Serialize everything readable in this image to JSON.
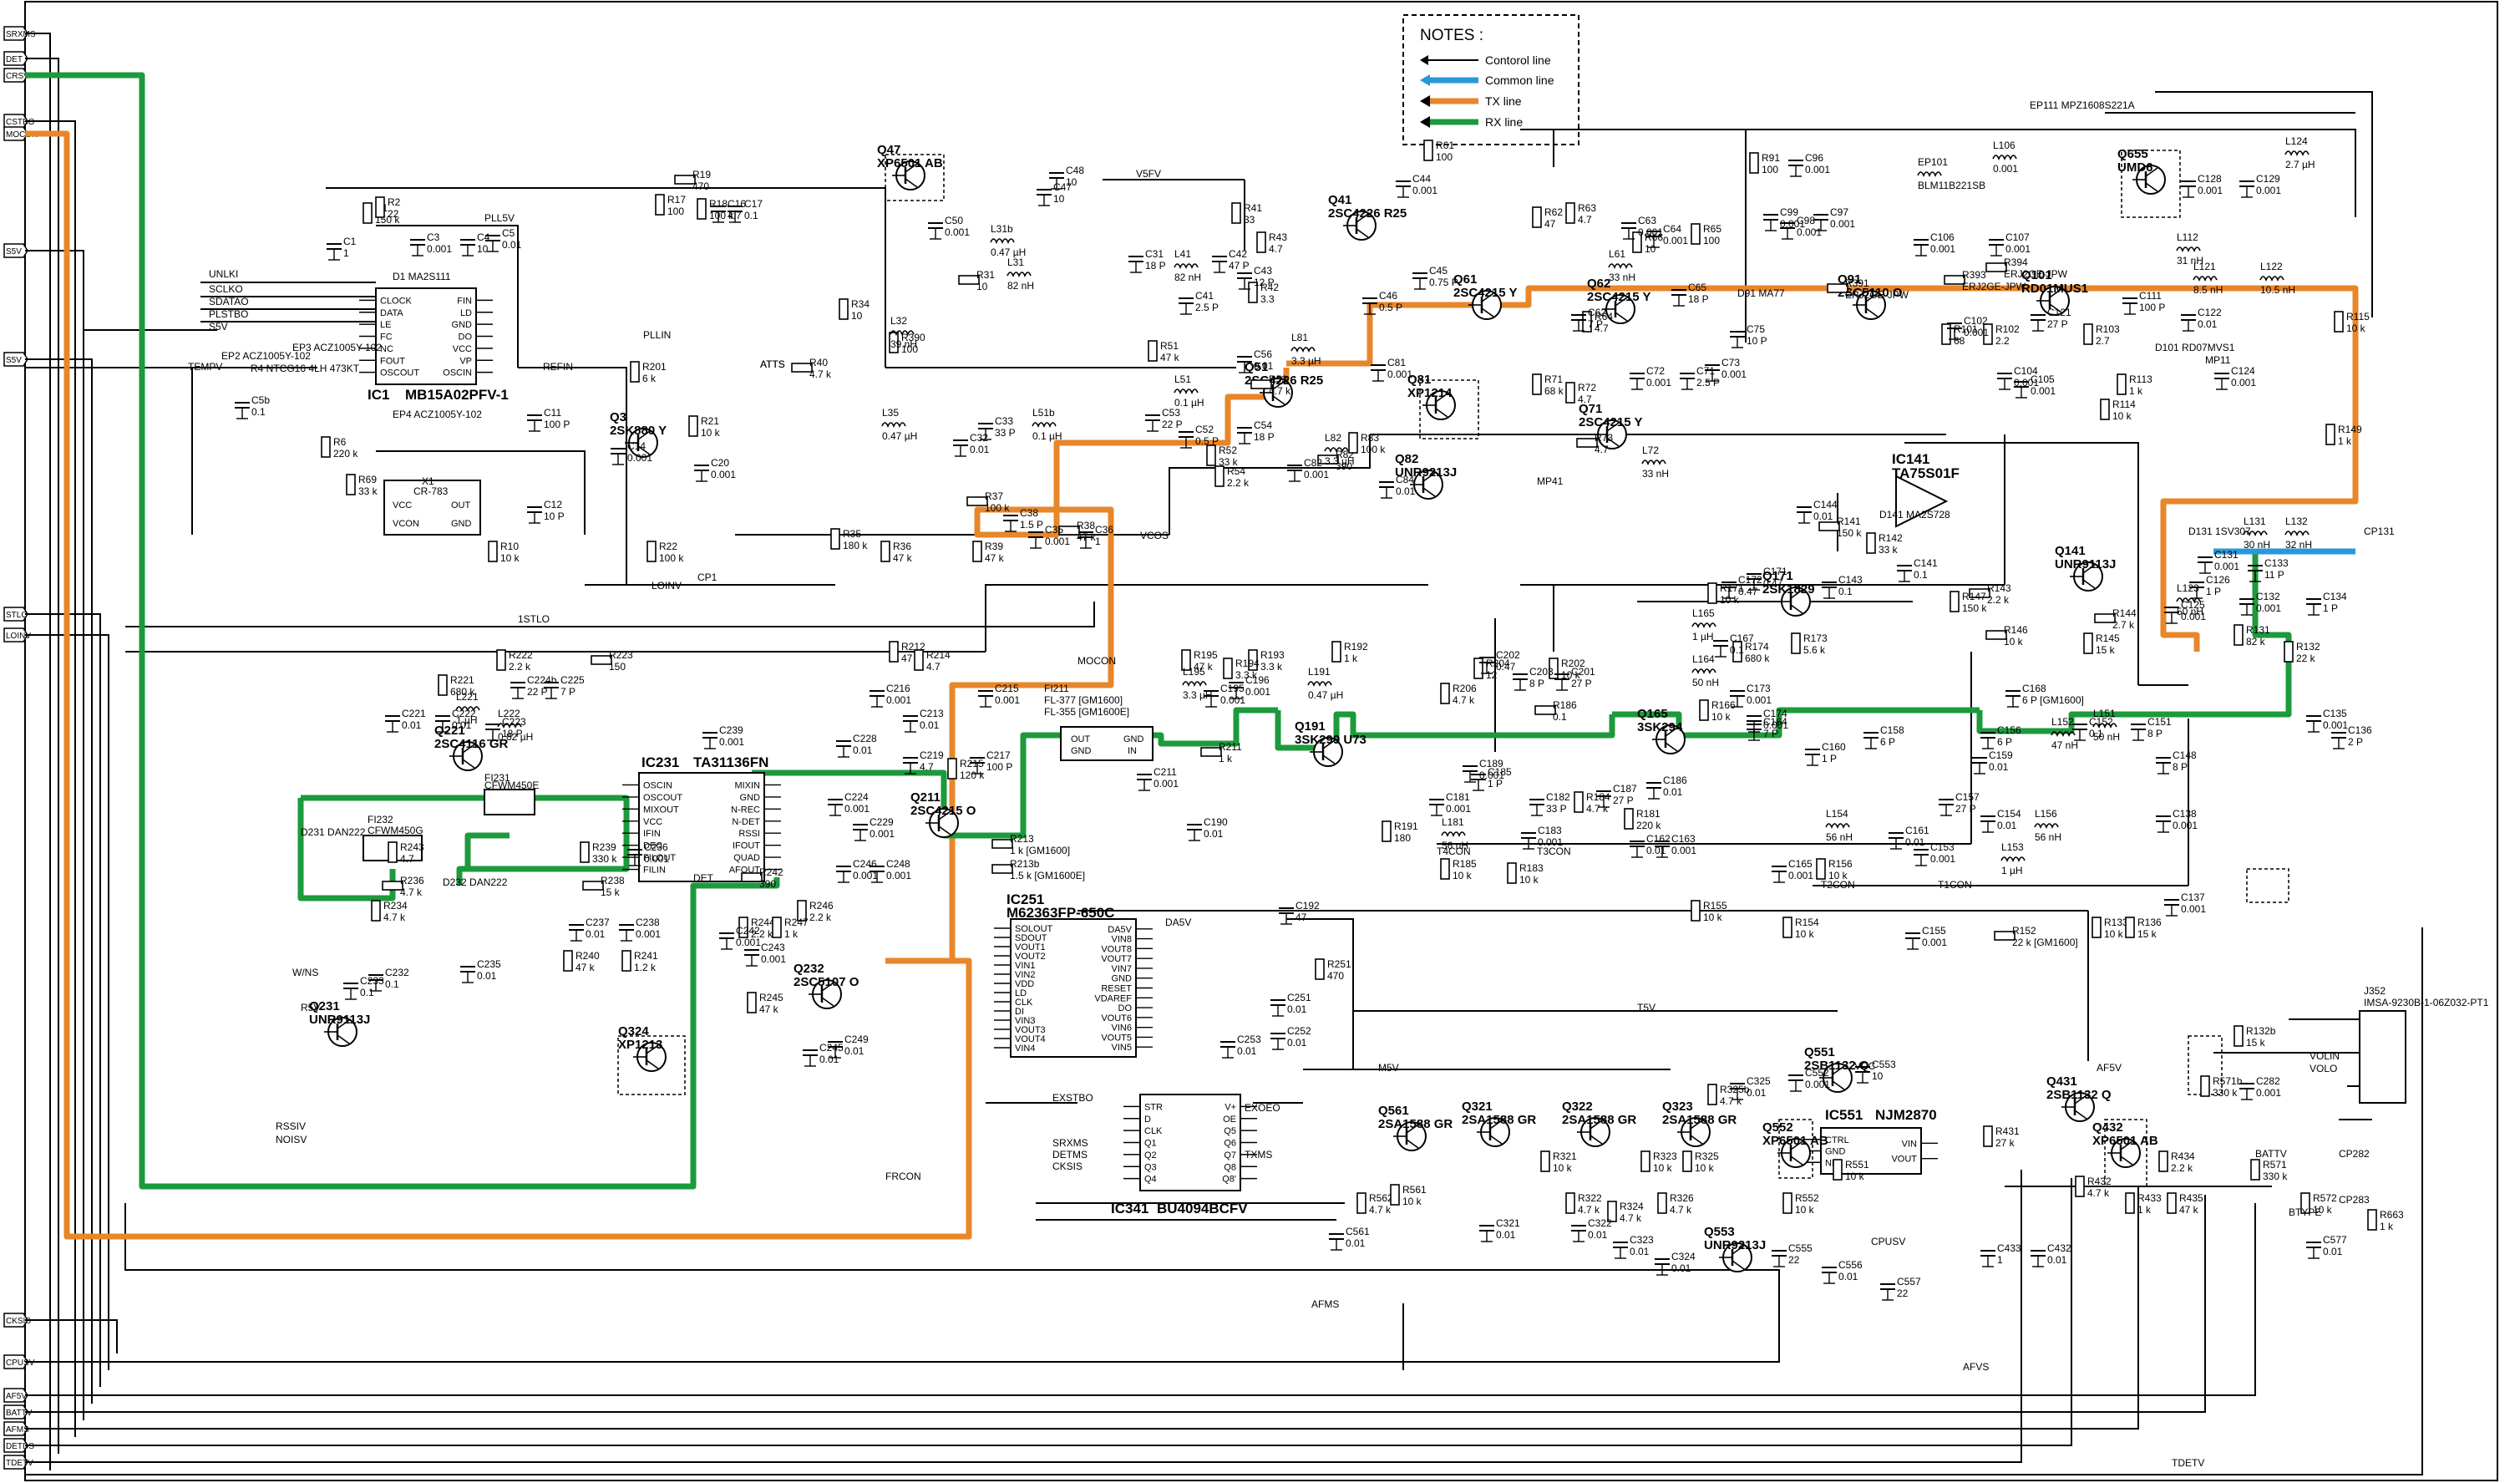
{
  "notes": {
    "title": "NOTES :",
    "lines": [
      {
        "label": "Contorol line",
        "color": "#000000"
      },
      {
        "label": "Common line",
        "color": "#2a98d8"
      },
      {
        "label": "TX line",
        "color": "#e8862a"
      },
      {
        "label": "RX line",
        "color": "#1c9a3c"
      }
    ]
  },
  "left_connector": [
    "SRXMS",
    "DET",
    "CRSV",
    "CSTBO",
    "MOCON",
    "S5V",
    "S5V",
    "STLO",
    "LOINV",
    "CKSIS",
    "CPUSV",
    "AF5V",
    "BATTV",
    "AFMS",
    "DETDS",
    "TDETV"
  ],
  "ics": [
    {
      "ref": "IC1",
      "part": "MB15A02PFV-1",
      "pins_left": [
        "CLOCK",
        "DATA",
        "LE",
        "FC",
        "NC",
        "FOUT",
        "OSCOUT"
      ],
      "pins_right": [
        "FIN",
        "LD",
        "GND",
        "DO",
        "VCC",
        "VP",
        "OSCIN"
      ]
    },
    {
      "ref": "IC231",
      "part": "TA31136FN",
      "pins_left": [
        "OSCIN",
        "OSCOUT",
        "MIXOUT",
        "VCC",
        "IFIN",
        "DEC",
        "FILOUT",
        "FILIN"
      ],
      "pins_right": [
        "MIXIN",
        "GND",
        "N-REC",
        "N-DET",
        "RSSI",
        "IFOUT",
        "QUAD",
        "AFOUT"
      ]
    },
    {
      "ref": "IC251",
      "part": "M62363FP-650C",
      "pins_left": [
        "SOLOUT",
        "SDOUT",
        "VOUT1",
        "VOUT2",
        "VIN1",
        "VIN2",
        "VDD",
        "LD",
        "CLK",
        "DI",
        "VIN3",
        "VOUT3",
        "VOUT4",
        "VIN4"
      ],
      "pins_right": [
        "DA5V",
        "VIN8",
        "VOUT8",
        "VOUT7",
        "VIN7",
        "GND",
        "RESET",
        "VDAREF",
        "DO",
        "VOUT6",
        "VIN6",
        "VOUT5",
        "VIN5"
      ]
    },
    {
      "ref": "IC341",
      "part": "BU4094BCFV",
      "pins_left": [
        "STR",
        "D",
        "CLK",
        "Q1",
        "Q2",
        "Q3",
        "Q4"
      ],
      "pins_right": [
        "V+",
        "OE",
        "Q5",
        "Q6",
        "Q7",
        "Q8",
        "Q8'"
      ]
    },
    {
      "ref": "IC551",
      "part": "NJM2870",
      "pins_left": [
        "CTRL",
        "GND",
        "NB"
      ],
      "pins_right": [
        "VIN",
        "VOUT"
      ]
    },
    {
      "ref": "IC141",
      "part": "TA75S01F",
      "pins_left": [],
      "pins_right": []
    }
  ],
  "transistors": [
    {
      "ref": "Q3",
      "part": "2SK880 Y"
    },
    {
      "ref": "Q41",
      "part": "2SC4226 R25"
    },
    {
      "ref": "Q47",
      "part": "XP6501 AB"
    },
    {
      "ref": "Q51",
      "part": "2SC4226 R25"
    },
    {
      "ref": "Q61",
      "part": "2SC4215 Y"
    },
    {
      "ref": "Q62",
      "part": "2SC4215 Y"
    },
    {
      "ref": "Q71",
      "part": "2SC4215 Y"
    },
    {
      "ref": "Q81",
      "part": "XP1214"
    },
    {
      "ref": "Q82",
      "part": "UNR9213J"
    },
    {
      "ref": "Q91",
      "part": "2SC5110 O"
    },
    {
      "ref": "Q101",
      "part": "RD01MUS1"
    },
    {
      "ref": "Q141",
      "part": "UNR9113J"
    },
    {
      "ref": "Q165",
      "part": "3SK294"
    },
    {
      "ref": "Q171",
      "part": "2SK1829"
    },
    {
      "ref": "Q191",
      "part": "3SK299 U73"
    },
    {
      "ref": "Q211",
      "part": "2SC4215 O"
    },
    {
      "ref": "Q221",
      "part": "2SC4116 GR"
    },
    {
      "ref": "Q231",
      "part": "UNR9113J"
    },
    {
      "ref": "Q232",
      "part": "2SC5107 O"
    },
    {
      "ref": "Q321",
      "part": "2SA1588 GR"
    },
    {
      "ref": "Q322",
      "part": "2SA1588 GR"
    },
    {
      "ref": "Q323",
      "part": "2SA1588 GR"
    },
    {
      "ref": "Q324",
      "part": "XP1213"
    },
    {
      "ref": "Q431",
      "part": "2SB1132 Q"
    },
    {
      "ref": "Q432",
      "part": "XP6501 AB"
    },
    {
      "ref": "Q551",
      "part": "2SB1132 Q"
    },
    {
      "ref": "Q552",
      "part": "XP6501 AB"
    },
    {
      "ref": "Q553",
      "part": "UNR9213J"
    },
    {
      "ref": "Q561",
      "part": "2SA1588 GR"
    },
    {
      "ref": "Q655",
      "part": "UMD6"
    }
  ],
  "parts": {
    "X1": "CR-783",
    "FI231": "CFWM450E",
    "FI232": "CFWM450G",
    "FI211": "FL-377 [GM1600]",
    "FI211b": "FL-355 [GM1600E]",
    "D1": "MA2S111",
    "D231": "DAN222",
    "D232": "DAN222",
    "D141": "MA2S728",
    "D91": "MA77",
    "D101": "RD07MVS1",
    "D131": "1SV307",
    "J352": "IMSA-9230B-1-06Z032-PT1",
    "EP2": "ACZ1005Y-102",
    "EP3": "ACZ1005Y-102",
    "EP4": "ACZ1005Y-102",
    "EP101": "BLM11B221SB",
    "EP111": "MPZ1608S221A",
    "R4": "NTCG16 4LH 473KT",
    "L121": "8.5 nH",
    "L122": "10.5 nH",
    "L124": "2.7 µH",
    "L131": "30 nH",
    "L132": "32 nH",
    "MP11": "MP11",
    "MP41": "MP41",
    "CP1": "CP1",
    "CP131": "CP131",
    "CP282": "CP282",
    "CP283": "CP283"
  },
  "nets": [
    "PLL5V",
    "UNLKI",
    "SCLKO",
    "SDATAO",
    "PLSTBO",
    "S5V",
    "TEMPV",
    "PLLIN",
    "REFIN",
    "ATTS",
    "V5FV",
    "VCOS",
    "MOCON",
    "RSSIV",
    "NOISV",
    "W/NS",
    "R5V",
    "DET",
    "FRCON",
    "T4CON",
    "T3CON",
    "T2CON",
    "T1CON",
    "T5V",
    "M5V",
    "VCC",
    "AF5V",
    "CPUSV",
    "AFMS",
    "AFVS",
    "VOLIN",
    "VOLO",
    "TDETV",
    "BATTV",
    "BTYPE",
    "LOINV",
    "1STLO",
    "DA5V",
    "EXSTBO",
    "SRXMS",
    "DETMS",
    "CKSIS",
    "EXOEO",
    "TXMS",
    "ATTS"
  ],
  "colors": {
    "tx": "#e8862a",
    "rx": "#1c9a3c",
    "common": "#2a98d8",
    "wire": "#000000"
  }
}
